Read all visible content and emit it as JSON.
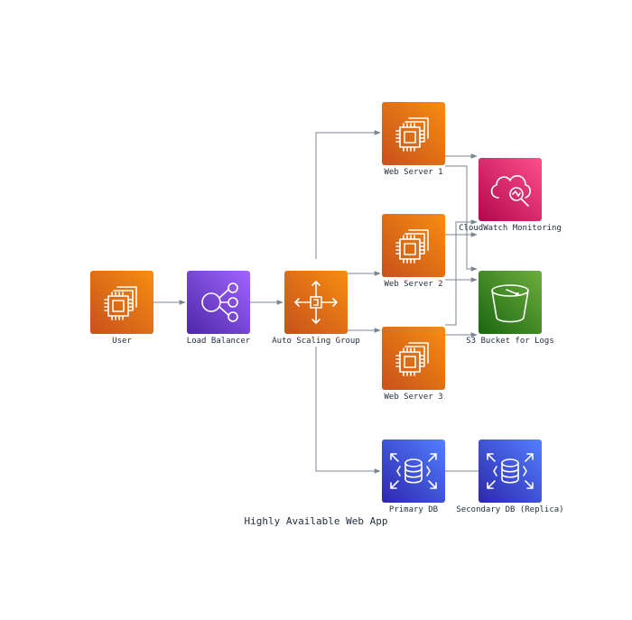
{
  "diagram": {
    "title": "Highly Available Web App",
    "colors": {
      "compute": "#e47911",
      "network": "#7f3fd6",
      "monitoring": "#d6246e",
      "storage": "#4a9b2a",
      "database": "#3d4fd6",
      "edge": "#7b8590"
    },
    "nodes": {
      "user": {
        "label": "User",
        "icon": "ec2-instance-icon"
      },
      "load_balancer": {
        "label": "Load Balancer",
        "icon": "elastic-load-balancer-icon"
      },
      "auto_scaling": {
        "label": "Auto Scaling Group",
        "icon": "auto-scaling-icon"
      },
      "web1": {
        "label": "Web Server 1",
        "icon": "ec2-instance-icon"
      },
      "web2": {
        "label": "Web Server 2",
        "icon": "ec2-instance-icon"
      },
      "web3": {
        "label": "Web Server 3",
        "icon": "ec2-instance-icon"
      },
      "cloudwatch": {
        "label": "CloudWatch Monitoring",
        "icon": "cloudwatch-icon"
      },
      "s3": {
        "label": "S3 Bucket for Logs",
        "icon": "s3-bucket-icon"
      },
      "primary_db": {
        "label": "Primary DB",
        "icon": "rds-database-icon"
      },
      "secondary_db": {
        "label": "Secondary DB (Replica)",
        "icon": "rds-database-icon"
      }
    }
  }
}
